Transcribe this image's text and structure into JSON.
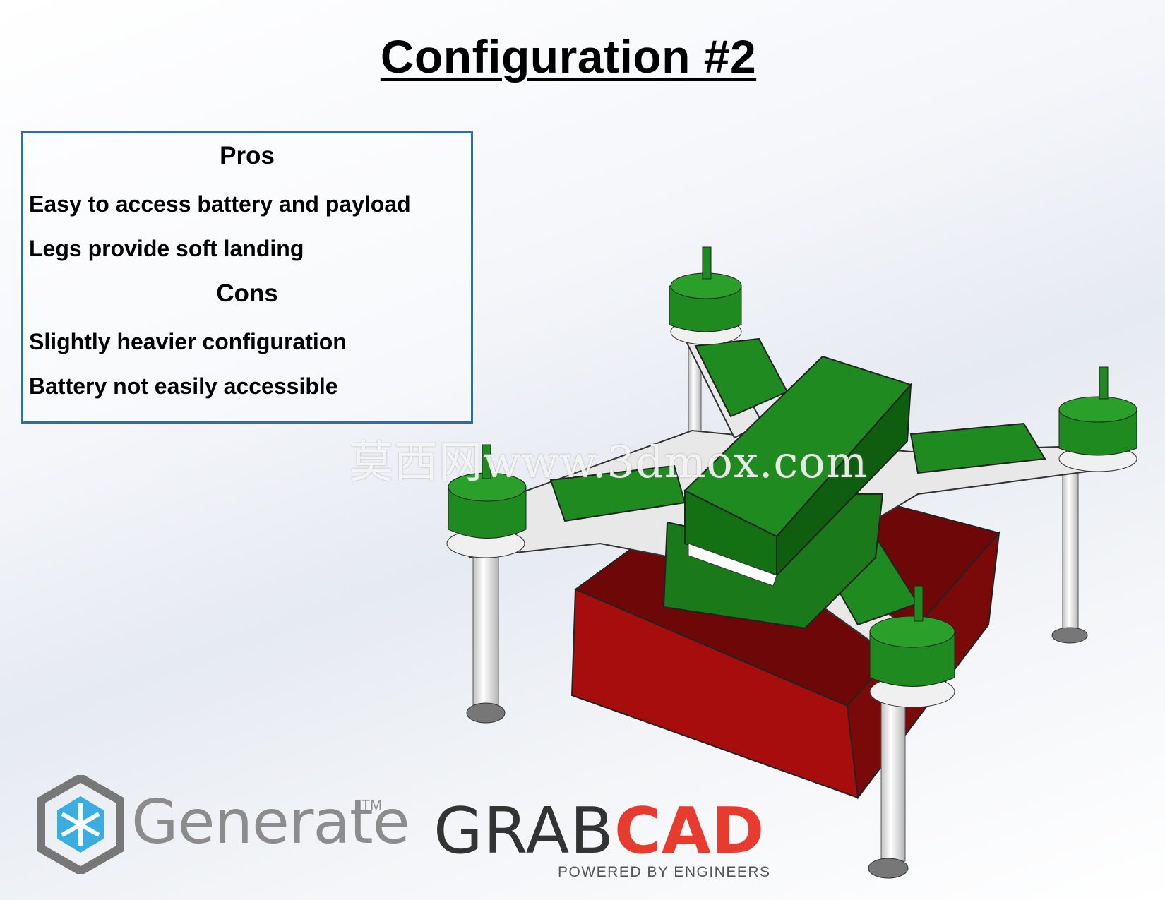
{
  "title": "Configuration #2",
  "pros": {
    "heading": "Pros",
    "items": [
      "Easy to access battery and payload",
      "Legs provide soft landing"
    ]
  },
  "cons": {
    "heading": "Cons",
    "items": [
      "Slightly heavier configuration",
      "Battery not easily accessible"
    ]
  },
  "watermark": "莫西网www.3dmox.com",
  "logos": {
    "generate": "Generate",
    "generate_tm": "TM",
    "grabcad_part1": "GRAB",
    "grabcad_part2": "CAD",
    "grabcad_tagline": "POWERED BY ENGINEERS"
  },
  "colors": {
    "border": "#2a6fa8",
    "motor_green": "#1f8a1f",
    "payload_red": "#a80d0d",
    "grabcad_red": "#e63b2e"
  }
}
